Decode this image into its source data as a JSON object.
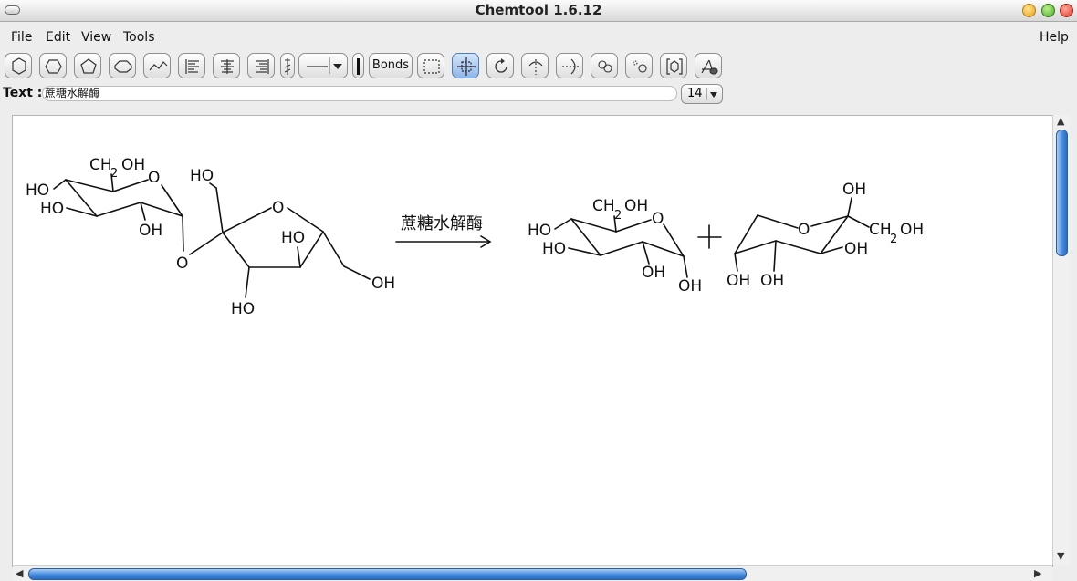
{
  "window": {
    "title": "Chemtool 1.6.12"
  },
  "menu": {
    "file": "File",
    "edit": "Edit",
    "view": "View",
    "tools": "Tools",
    "help": "Help"
  },
  "toolbar": {
    "bonds_label": "Bonds"
  },
  "textbar": {
    "label": "Text :",
    "value": "蔗糖水解酶",
    "font_size": "14"
  },
  "drawing": {
    "sucrose": {
      "gluco_ch2oh_ch": "CH",
      "gluco_ch2oh_sub": "2",
      "gluco_ch2oh_oh": "OH",
      "gluco_ring_o": "O",
      "gluco_ho_c4": "HO",
      "gluco_ho_c3": "HO",
      "gluco_oh_c2": "OH",
      "link_o": "O",
      "fructo_ho_top": "HO",
      "fructo_ring_o": "O",
      "fructo_ho_c3": "HO",
      "fructo_ho_c4": "HO",
      "fructo_oh_c6": "OH"
    },
    "arrow_label": "蔗糖水解酶",
    "glucose": {
      "ch": "CH",
      "sub": "2",
      "oh_top": "OH",
      "ring_o": "O",
      "ho_c4": "HO",
      "ho_c3": "HO",
      "oh_c2": "OH",
      "oh_c1": "OH"
    },
    "plus": "+",
    "fructose": {
      "ring_o": "O",
      "oh_top": "OH",
      "ch": "CH",
      "sub": "2",
      "ch2_oh": "OH",
      "oh_c3": "OH",
      "oh_c5": "OH",
      "oh_c4": "OH"
    }
  }
}
